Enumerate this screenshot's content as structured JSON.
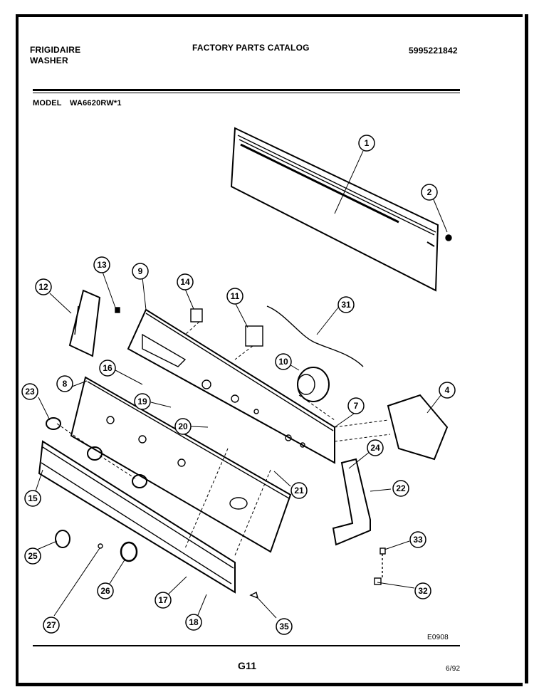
{
  "header": {
    "brand": "FRIGIDAIRE",
    "product": "WASHER",
    "title": "FACTORY PARTS CATALOG",
    "catalog_number": "5995221842",
    "model_label": "MODEL",
    "model_number": "WA6620RW*1"
  },
  "callouts": [
    "1",
    "2",
    "4",
    "7",
    "8",
    "9",
    "10",
    "11",
    "12",
    "13",
    "14",
    "15",
    "16",
    "19",
    "20",
    "21",
    "22",
    "23",
    "24",
    "25",
    "26",
    "27",
    "17",
    "18",
    "31",
    "32",
    "33",
    "35"
  ],
  "footer": {
    "drawing_code": "E0908",
    "page": "G11",
    "date": "6/92"
  }
}
